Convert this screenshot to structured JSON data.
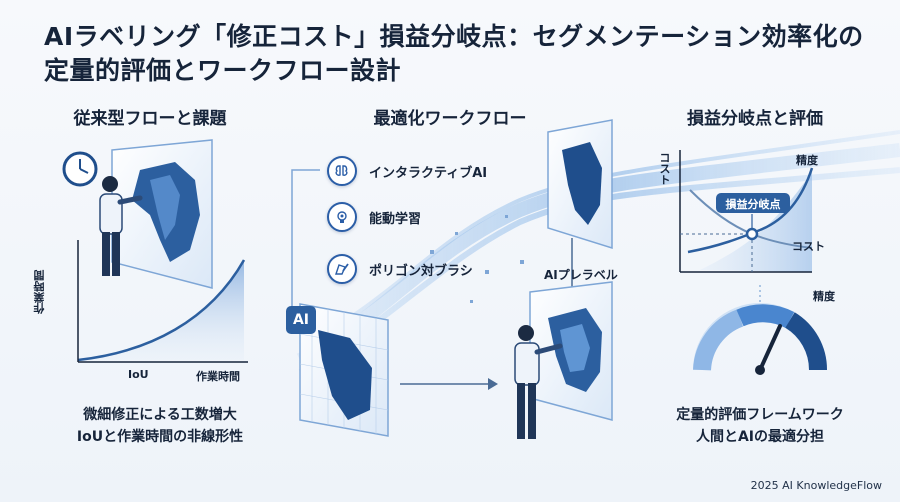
{
  "title": {
    "line1": "AIラベリング「修正コスト」損益分岐点：セグメンテーション効率化の",
    "line2": "定量的評価とワークフロー設計"
  },
  "left": {
    "heading": "従来型フローと課題",
    "y_axis_label": "作業時間",
    "x_axis_label_1": "IoU",
    "x_axis_label_2": "作業時間",
    "caption_1": "微細修正による工数増大",
    "caption_2": "IoUと作業時間の非線形性"
  },
  "middle": {
    "heading": "最適化ワークフロー",
    "features": [
      {
        "label": "インタラクティブAI",
        "icon": "brain-icon"
      },
      {
        "label": "能動学習",
        "icon": "lightbulb-gear-icon"
      },
      {
        "label": "ポリゴン対ブラシ",
        "icon": "polygon-brush-icon"
      }
    ],
    "ai_badge": "AI",
    "prelabel": "AIプレラベル"
  },
  "right": {
    "heading": "損益分岐点と評価",
    "y_axis_label": "コスト",
    "x_axis_label": "精度",
    "curve_accuracy_label": "精度",
    "curve_cost_label": "コスト",
    "breakeven_label": "損益分岐点",
    "caption_1": "定量的評価フレームワーク",
    "caption_2": "人間とAIの最適分担"
  },
  "colors": {
    "primary": "#1f4e8c",
    "accent": "#3a78c9",
    "light": "#cfe1f5"
  },
  "footer": "2025 AI KnowledgeFlow"
}
